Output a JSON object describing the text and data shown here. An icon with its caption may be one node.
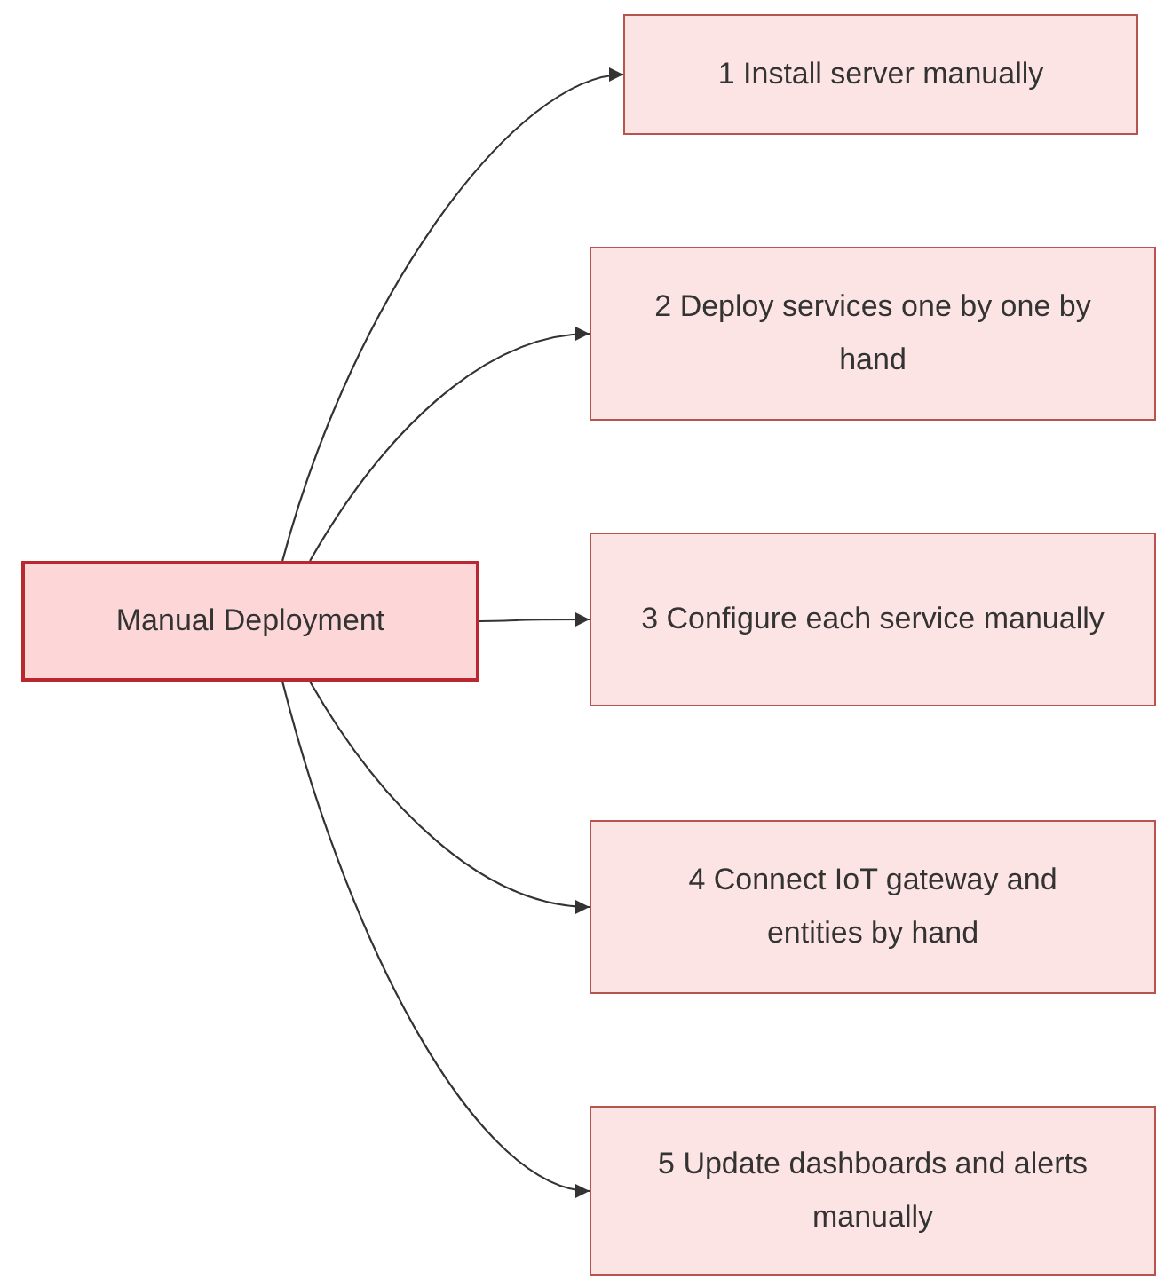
{
  "diagram": {
    "nodes": [
      {
        "text": [
          "Manual Deployment"
        ]
      },
      {
        "text": [
          "1 Install server manually"
        ]
      },
      {
        "text": [
          "2 Deploy services one by one by hand"
        ]
      },
      {
        "text": [
          "3 Configure each service manually"
        ]
      },
      {
        "text": [
          "4 Connect IoT gateway and entities by hand"
        ]
      },
      {
        "text": [
          "5 Update dashboards and alerts manually"
        ]
      }
    ],
    "edges": [
      {
        "from": 0,
        "to": 1,
        "arrow": "to"
      },
      {
        "from": 0,
        "to": 2,
        "arrow": "to"
      },
      {
        "from": 0,
        "to": 3,
        "arrow": "to"
      },
      {
        "from": 0,
        "to": 4,
        "arrow": "to"
      },
      {
        "from": 0,
        "to": 5,
        "arrow": "to"
      }
    ]
  }
}
